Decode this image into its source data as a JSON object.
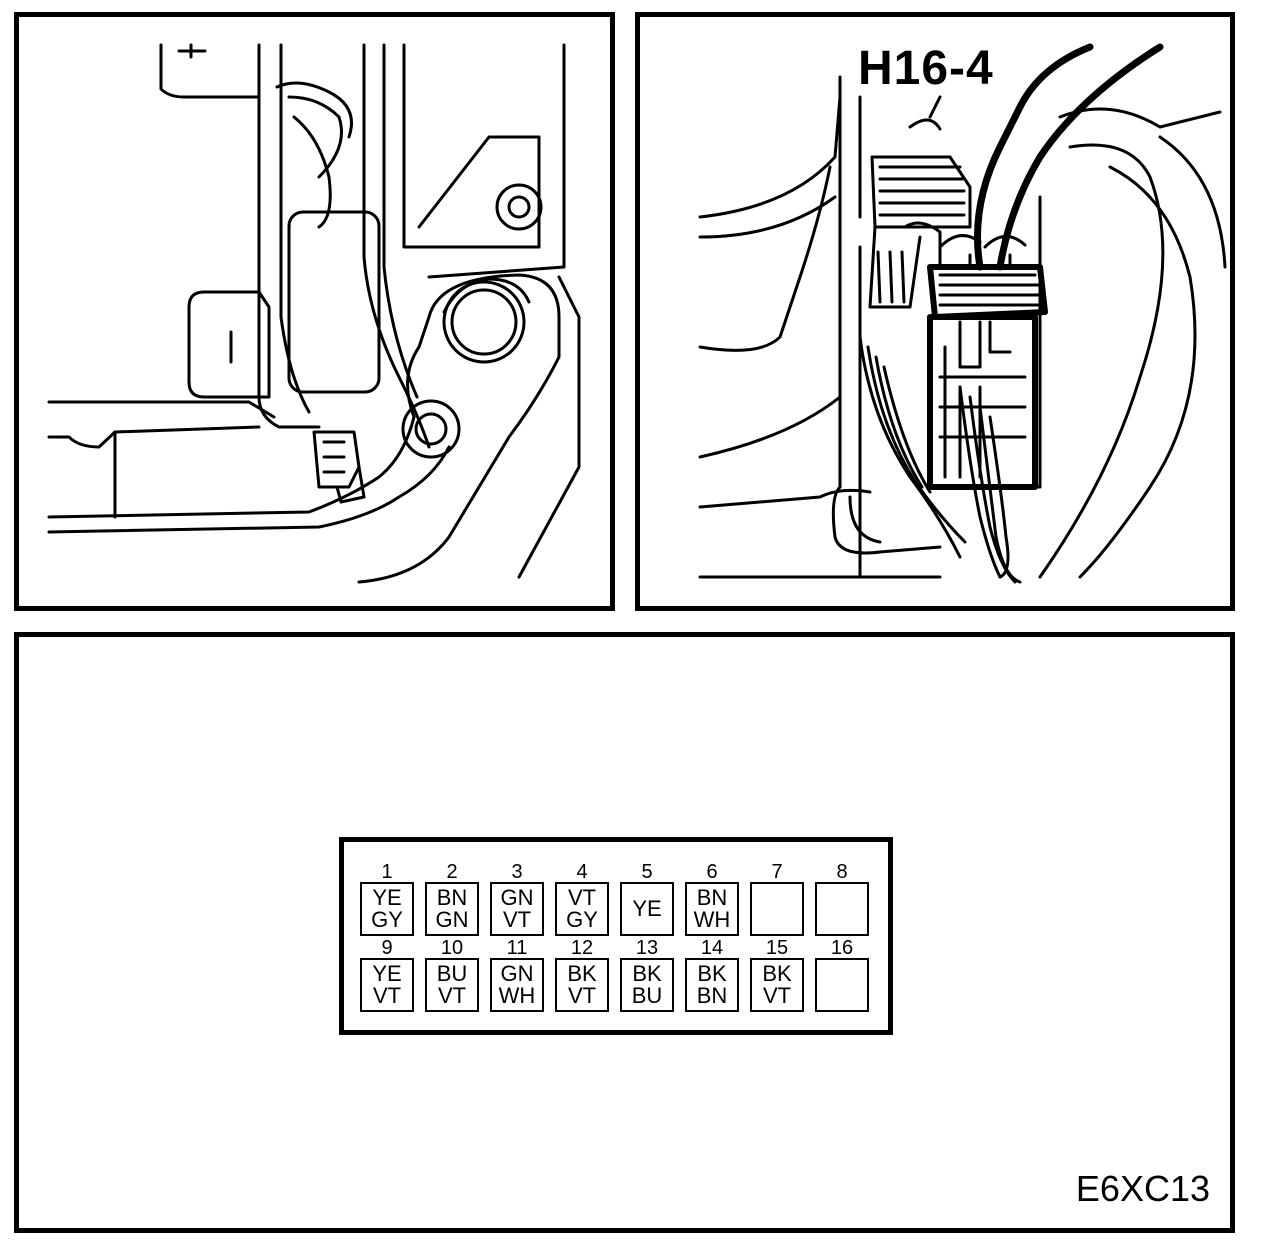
{
  "panels": {
    "photo_left": {
      "caption": ""
    },
    "photo_right": {
      "connector_label": "H16-4"
    }
  },
  "pinout": {
    "figure_code": "E6XC13",
    "pins": [
      {
        "number": "1",
        "colors": [
          "YE",
          "GY"
        ]
      },
      {
        "number": "2",
        "colors": [
          "BN",
          "GN"
        ]
      },
      {
        "number": "3",
        "colors": [
          "GN",
          "VT"
        ]
      },
      {
        "number": "4",
        "colors": [
          "VT",
          "GY"
        ]
      },
      {
        "number": "5",
        "colors": [
          "YE"
        ]
      },
      {
        "number": "6",
        "colors": [
          "BN",
          "WH"
        ]
      },
      {
        "number": "7",
        "colors": []
      },
      {
        "number": "8",
        "colors": []
      },
      {
        "number": "9",
        "colors": [
          "YE",
          "VT"
        ]
      },
      {
        "number": "10",
        "colors": [
          "BU",
          "VT"
        ]
      },
      {
        "number": "11",
        "colors": [
          "GN",
          "WH"
        ]
      },
      {
        "number": "12",
        "colors": [
          "BK",
          "VT"
        ]
      },
      {
        "number": "13",
        "colors": [
          "BK",
          "BU"
        ]
      },
      {
        "number": "14",
        "colors": [
          "BK",
          "BN"
        ]
      },
      {
        "number": "15",
        "colors": [
          "BK",
          "VT"
        ]
      },
      {
        "number": "16",
        "colors": []
      }
    ]
  }
}
